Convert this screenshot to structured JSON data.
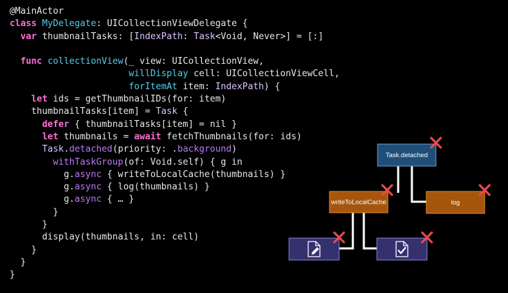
{
  "code": {
    "lines": [
      [
        {
          "t": "@MainActor",
          "k": "attr"
        }
      ],
      [
        {
          "t": "class",
          "k": "keyword"
        },
        {
          "t": " ",
          "k": "plain"
        },
        {
          "t": "MyDelegate",
          "k": "decl"
        },
        {
          "t": ": UICollectionViewDelegate {",
          "k": "plain"
        }
      ],
      [
        {
          "t": "  ",
          "k": "plain"
        },
        {
          "t": "var",
          "k": "keyword"
        },
        {
          "t": " thumbnailTasks: [",
          "k": "plain"
        },
        {
          "t": "IndexPath",
          "k": "type"
        },
        {
          "t": ": ",
          "k": "plain"
        },
        {
          "t": "Task",
          "k": "type"
        },
        {
          "t": "<Void, Never>] = [:]",
          "k": "plain"
        }
      ],
      [
        {
          "t": "",
          "k": "plain"
        }
      ],
      [
        {
          "t": "  ",
          "k": "plain"
        },
        {
          "t": "func",
          "k": "keyword"
        },
        {
          "t": " ",
          "k": "plain"
        },
        {
          "t": "collectionView",
          "k": "decl"
        },
        {
          "t": "(_ view: UICollectionView,",
          "k": "plain"
        }
      ],
      [
        {
          "t": "                      ",
          "k": "plain"
        },
        {
          "t": "willDisplay",
          "k": "decl"
        },
        {
          "t": " cell: UICollectionViewCell,",
          "k": "plain"
        }
      ],
      [
        {
          "t": "                      ",
          "k": "plain"
        },
        {
          "t": "forItemAt",
          "k": "decl"
        },
        {
          "t": " item: ",
          "k": "plain"
        },
        {
          "t": "IndexPath",
          "k": "type"
        },
        {
          "t": ") {",
          "k": "plain"
        }
      ],
      [
        {
          "t": "    ",
          "k": "plain"
        },
        {
          "t": "let",
          "k": "keyword"
        },
        {
          "t": " ids = getThumbnailIDs(for: item)",
          "k": "plain"
        }
      ],
      [
        {
          "t": "    thumbnailTasks[item] = ",
          "k": "plain"
        },
        {
          "t": "Task",
          "k": "type"
        },
        {
          "t": " {",
          "k": "plain"
        }
      ],
      [
        {
          "t": "      ",
          "k": "plain"
        },
        {
          "t": "defer",
          "k": "keyword"
        },
        {
          "t": " { thumbnailTasks[item] = nil }",
          "k": "plain"
        }
      ],
      [
        {
          "t": "      ",
          "k": "plain"
        },
        {
          "t": "let",
          "k": "keyword"
        },
        {
          "t": " thumbnails = ",
          "k": "plain"
        },
        {
          "t": "await",
          "k": "keyword"
        },
        {
          "t": " fetchThumbnails(for: ids)",
          "k": "plain"
        }
      ],
      [
        {
          "t": "      ",
          "k": "plain"
        },
        {
          "t": "Task",
          "k": "type"
        },
        {
          "t": ".",
          "k": "plain"
        },
        {
          "t": "detached",
          "k": "call"
        },
        {
          "t": "(priority: .",
          "k": "plain"
        },
        {
          "t": "background",
          "k": "call"
        },
        {
          "t": ")",
          "k": "plain"
        }
      ],
      [
        {
          "t": "        ",
          "k": "plain"
        },
        {
          "t": "withTaskGroup",
          "k": "call"
        },
        {
          "t": "(of: Void.self) { g in",
          "k": "plain"
        }
      ],
      [
        {
          "t": "          g.",
          "k": "plain"
        },
        {
          "t": "async",
          "k": "call"
        },
        {
          "t": " { writeToLocalCache(thumbnails) }",
          "k": "plain"
        }
      ],
      [
        {
          "t": "          g.",
          "k": "plain"
        },
        {
          "t": "async",
          "k": "call"
        },
        {
          "t": " { log(thumbnails) }",
          "k": "plain"
        }
      ],
      [
        {
          "t": "          g.",
          "k": "plain"
        },
        {
          "t": "async",
          "k": "call"
        },
        {
          "t": " { … }",
          "k": "plain"
        }
      ],
      [
        {
          "t": "        }",
          "k": "plain"
        }
      ],
      [
        {
          "t": "      }",
          "k": "plain"
        }
      ],
      [
        {
          "t": "      display(thumbnails, in: cell)",
          "k": "plain"
        }
      ],
      [
        {
          "t": "    }",
          "k": "plain"
        }
      ],
      [
        {
          "t": "  }",
          "k": "plain"
        }
      ],
      [
        {
          "t": "}",
          "k": "plain"
        }
      ]
    ]
  },
  "diagram": {
    "nodes": {
      "detached": {
        "label": "Task.detached"
      },
      "write_cache": {
        "label": "writeToLocalCache"
      },
      "log": {
        "label": "log"
      }
    },
    "child_icons": [
      "edit-document-icon",
      "checked-document-icon"
    ],
    "cancel_icon": "cancel-x-icon"
  },
  "colors": {
    "background": "#000000",
    "blue_node": "#1f4f78",
    "blue_node_border": "#6fa0d0",
    "orange_node": "#a5560c",
    "orange_node_border": "#e0912f",
    "purple_node": "#35306e",
    "purple_node_border": "#8a85d6",
    "connector": "#ffffff",
    "cancel_x": "#e84a4a"
  }
}
